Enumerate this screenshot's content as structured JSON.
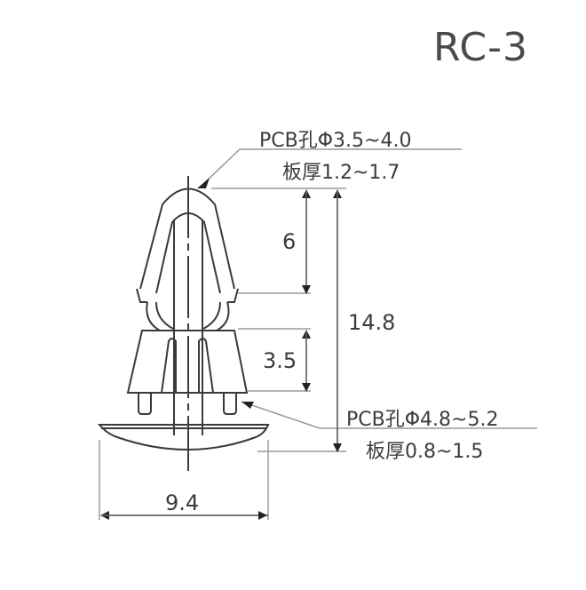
{
  "title": "RC-3",
  "callouts": {
    "top": {
      "hole": "PCB孔Φ3.5~4.0",
      "thickness": "板厚1.2~1.7"
    },
    "bottom": {
      "hole": "PCB孔Φ4.8~5.2",
      "thickness": "板厚0.8~1.5"
    }
  },
  "dimensions": {
    "head_height": "6",
    "skirt_height": "3.5",
    "total_height": "14.8",
    "base_width": "9.4"
  },
  "colors": {
    "line": "#3a3a3a",
    "dim_line": "#9a9a9a",
    "text": "#3c3c3c",
    "background": "#ffffff"
  }
}
